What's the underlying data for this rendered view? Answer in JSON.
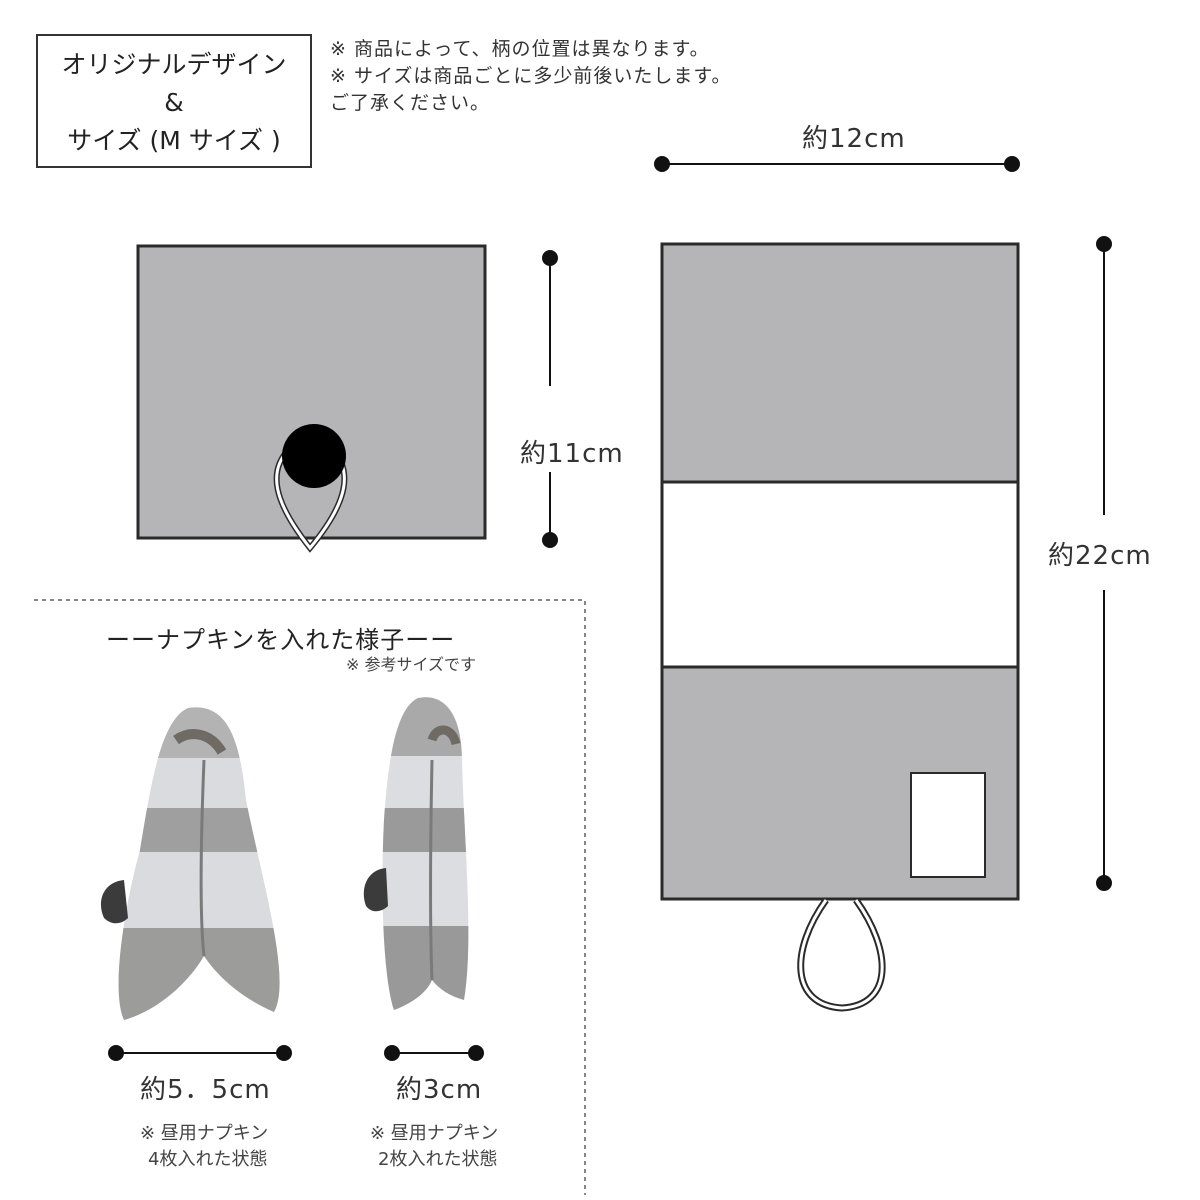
{
  "title_box": {
    "line1": "オリジナルデザイン",
    "line2": "&",
    "line3": "サイズ (M サイズ )"
  },
  "notes": [
    "※ 商品によって、柄の位置は異なります。",
    "※ サイズは商品ごとに多少前後いたします。",
    "ご了承ください。"
  ],
  "dimensions": {
    "height_folded": "約11cm",
    "width": "約12cm",
    "height_open": "約22cm"
  },
  "example": {
    "heading": "ーーナプキンを入れた様子ーー",
    "subheading": "※ 参考サイズです",
    "left": {
      "size": "約5．5cm",
      "note_line1": "※ 昼用ナプキン",
      "note_line2": "4枚入れた状態"
    },
    "right": {
      "size": "約3cm",
      "note_line1": "※ 昼用ナプキン",
      "note_line2": "2枚入れた状態"
    }
  },
  "colors": {
    "fabric_gray": "#b5b5b7",
    "outline": "#2a2a2a",
    "button": "#000000"
  }
}
